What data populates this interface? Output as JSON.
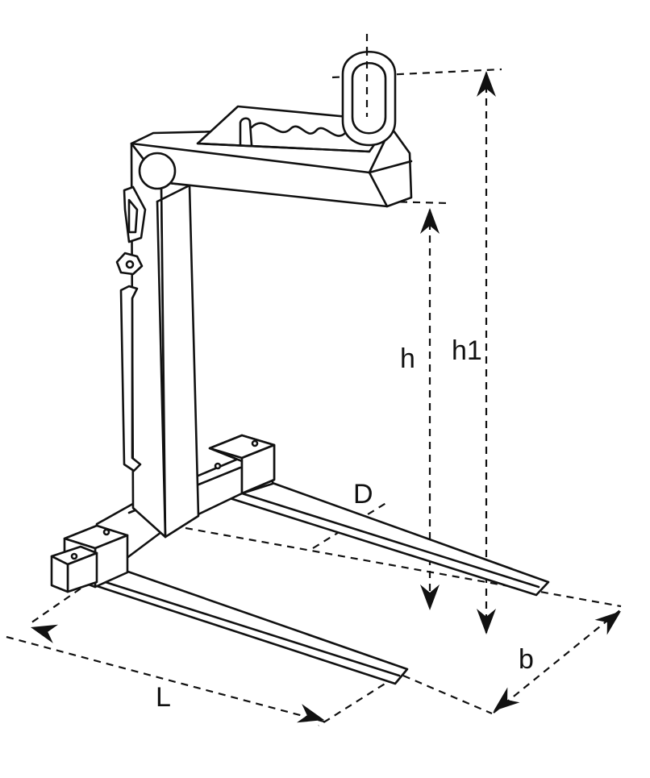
{
  "labels": {
    "h": "h",
    "h1": "h1",
    "D": "D",
    "L": "L",
    "b": "b"
  }
}
